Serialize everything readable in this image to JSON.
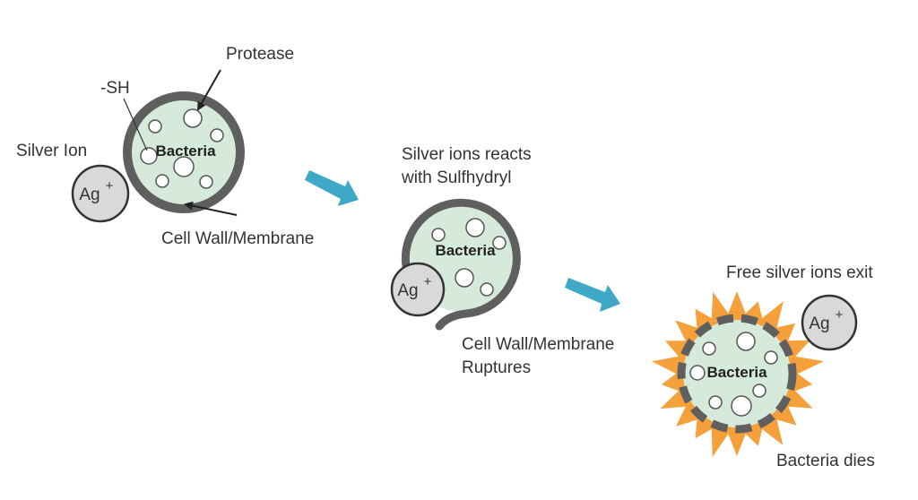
{
  "stages": [
    {
      "id": "stage-1",
      "cell_label": "Bacteria",
      "ion_label": "Ag",
      "ion_charge": "+",
      "annotations": {
        "protease": "Protease",
        "sulfhydryl": "-SH",
        "silver_ion": "Silver Ion",
        "cell_wall": "Cell Wall/Membrane"
      }
    },
    {
      "id": "stage-2",
      "cell_label": "Bacteria",
      "ion_label": "Ag",
      "ion_charge": "+",
      "annotations": {
        "reaction_line1": "Silver ions reacts",
        "reaction_line2": "with Sulfhydryl",
        "rupture_line1": "Cell Wall/Membrane",
        "rupture_line2": "Ruptures"
      }
    },
    {
      "id": "stage-3",
      "cell_label": "Bacteria",
      "ion_label": "Ag",
      "ion_charge": "+",
      "annotations": {
        "exit": "Free silver ions exit",
        "dies": "Bacteria dies"
      }
    }
  ],
  "colors": {
    "cell_fill": "#d5eadb",
    "wall": "#5f5f5f",
    "ion_fill": "#d9d9d9",
    "arrow": "#3ea8c6",
    "burst": "#f5a03a"
  }
}
